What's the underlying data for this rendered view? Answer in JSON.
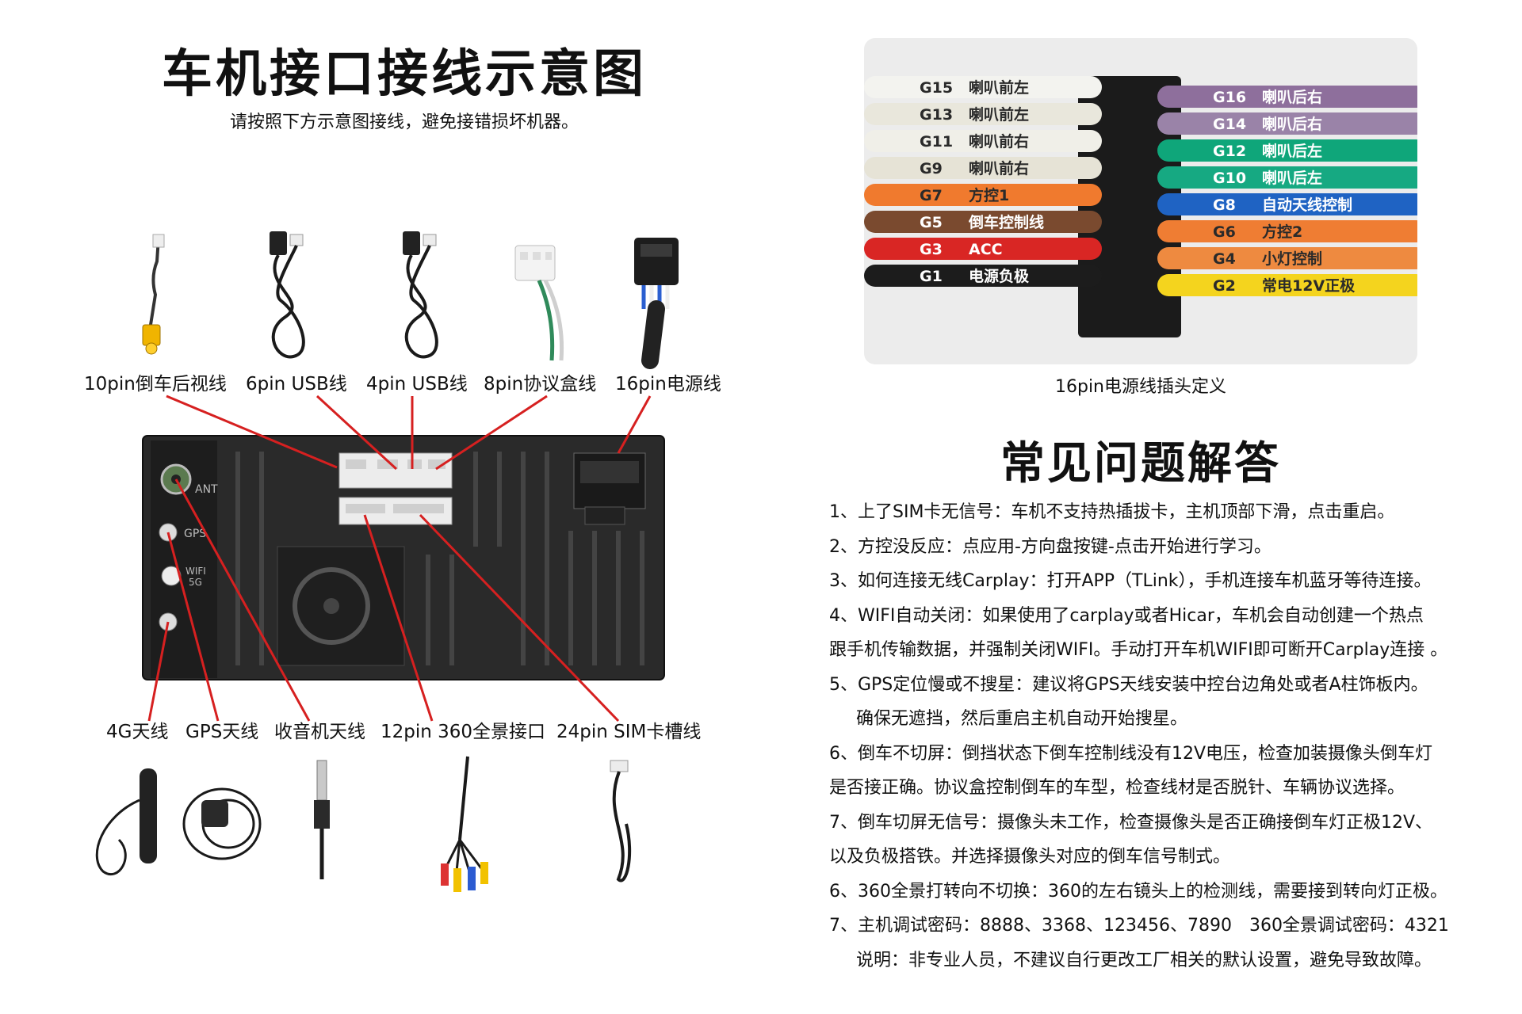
{
  "left": {
    "title": "车机接口接线示意图",
    "subtitle": "请按照下方示意图接线，避免接错损坏机器。",
    "cable_labels": [
      "10pin倒车后视线",
      "6pin USB线",
      "4pin USB线",
      "8pin协议盒线",
      "16pin电源线"
    ],
    "antenna_labels": [
      "4G天线",
      "GPS天线",
      "收音机天线",
      "12pin 360全景接口",
      "24pin SIM卡槽线"
    ],
    "port_marks": {
      "ant": "ANT",
      "gps": "GPS",
      "wifi": "WIFI",
      "wifi_band": "5G"
    }
  },
  "right": {
    "wire_caption": "16pin电源线插头定义",
    "wires_left": [
      {
        "code": "G15",
        "name": "喇叭前左",
        "color": "#f3f3ef"
      },
      {
        "code": "G13",
        "name": "喇叭前左",
        "color": "#e9e7dc"
      },
      {
        "code": "G11",
        "name": "喇叭前右",
        "color": "#f0efe8"
      },
      {
        "code": "G9",
        "name": "喇叭前右",
        "color": "#e6e3d6"
      },
      {
        "code": "G7",
        "name": "方控1",
        "color": "#f07a2e"
      },
      {
        "code": "G5",
        "name": "倒车控制线",
        "color": "#7a4a2f"
      },
      {
        "code": "G3",
        "name": "ACC",
        "color": "#d92624"
      },
      {
        "code": "G1",
        "name": "电源负极",
        "color": "#1c1c1c"
      }
    ],
    "wires_right": [
      {
        "code": "G16",
        "name": "喇叭后右",
        "color": "#8e6f9c"
      },
      {
        "code": "G14",
        "name": "喇叭后右",
        "color": "#9a83a8"
      },
      {
        "code": "G12",
        "name": "喇叭后左",
        "color": "#0fa67a"
      },
      {
        "code": "G10",
        "name": "喇叭后左",
        "color": "#16a982"
      },
      {
        "code": "G8",
        "name": "自动天线控制",
        "color": "#1f63c3"
      },
      {
        "code": "G6",
        "name": "方控2",
        "color": "#ef7d33"
      },
      {
        "code": "G4",
        "name": "小灯控制",
        "color": "#ee8a40"
      },
      {
        "code": "G2",
        "name": "常电12V正极",
        "color": "#f4d41e"
      }
    ],
    "faq_title": "常见问题解答",
    "faq_lines": [
      {
        "text": "1、上了SIM卡无信号：车机不支持热插拔卡，主机顶部下滑，点击重启。",
        "indent": false
      },
      {
        "text": "2、方控没反应：点应用-方向盘按键-点击开始进行学习。",
        "indent": false
      },
      {
        "text": "3、如何连接无线Carplay：打开APP（TLink），手机连接车机蓝牙等待连接。",
        "indent": false
      },
      {
        "text": "4、WIFI自动关闭：如果使用了carplay或者Hicar，车机会自动创建一个热点",
        "indent": false
      },
      {
        "text": "跟手机传输数据，并强制关闭WIFI。手动打开车机WIFI即可断开Carplay连接 。",
        "indent": false
      },
      {
        "text": "5、GPS定位慢或不搜星：建议将GPS天线安装中控台边角处或者A柱饰板内。",
        "indent": false
      },
      {
        "text": "确保无遮挡，然后重启主机自动开始搜星。",
        "indent": true
      },
      {
        "text": "6、倒车不切屏：倒挡状态下倒车控制线没有12V电压，检查加装摄像头倒车灯",
        "indent": false
      },
      {
        "text": "是否接正确。协议盒控制倒车的车型，检查线材是否脱针、车辆协议选择。",
        "indent": false
      },
      {
        "text": "7、倒车切屏无信号：摄像头未工作，检查摄像头是否正确接倒车灯正极12V、",
        "indent": false
      },
      {
        "text": "以及负极搭铁。并选择摄像头对应的倒车信号制式。",
        "indent": false
      },
      {
        "text": "6、360全景打转向不切换：360的左右镜头上的检测线，需要接到转向灯正极。",
        "indent": false
      },
      {
        "text": "7、主机调试密码：8888、3368、123456、7890　360全景调试密码：4321",
        "indent": false
      },
      {
        "text": "说明：非专业人员，不建议自行更改工厂相关的默认设置，避免导致故障。",
        "indent": true
      }
    ]
  }
}
